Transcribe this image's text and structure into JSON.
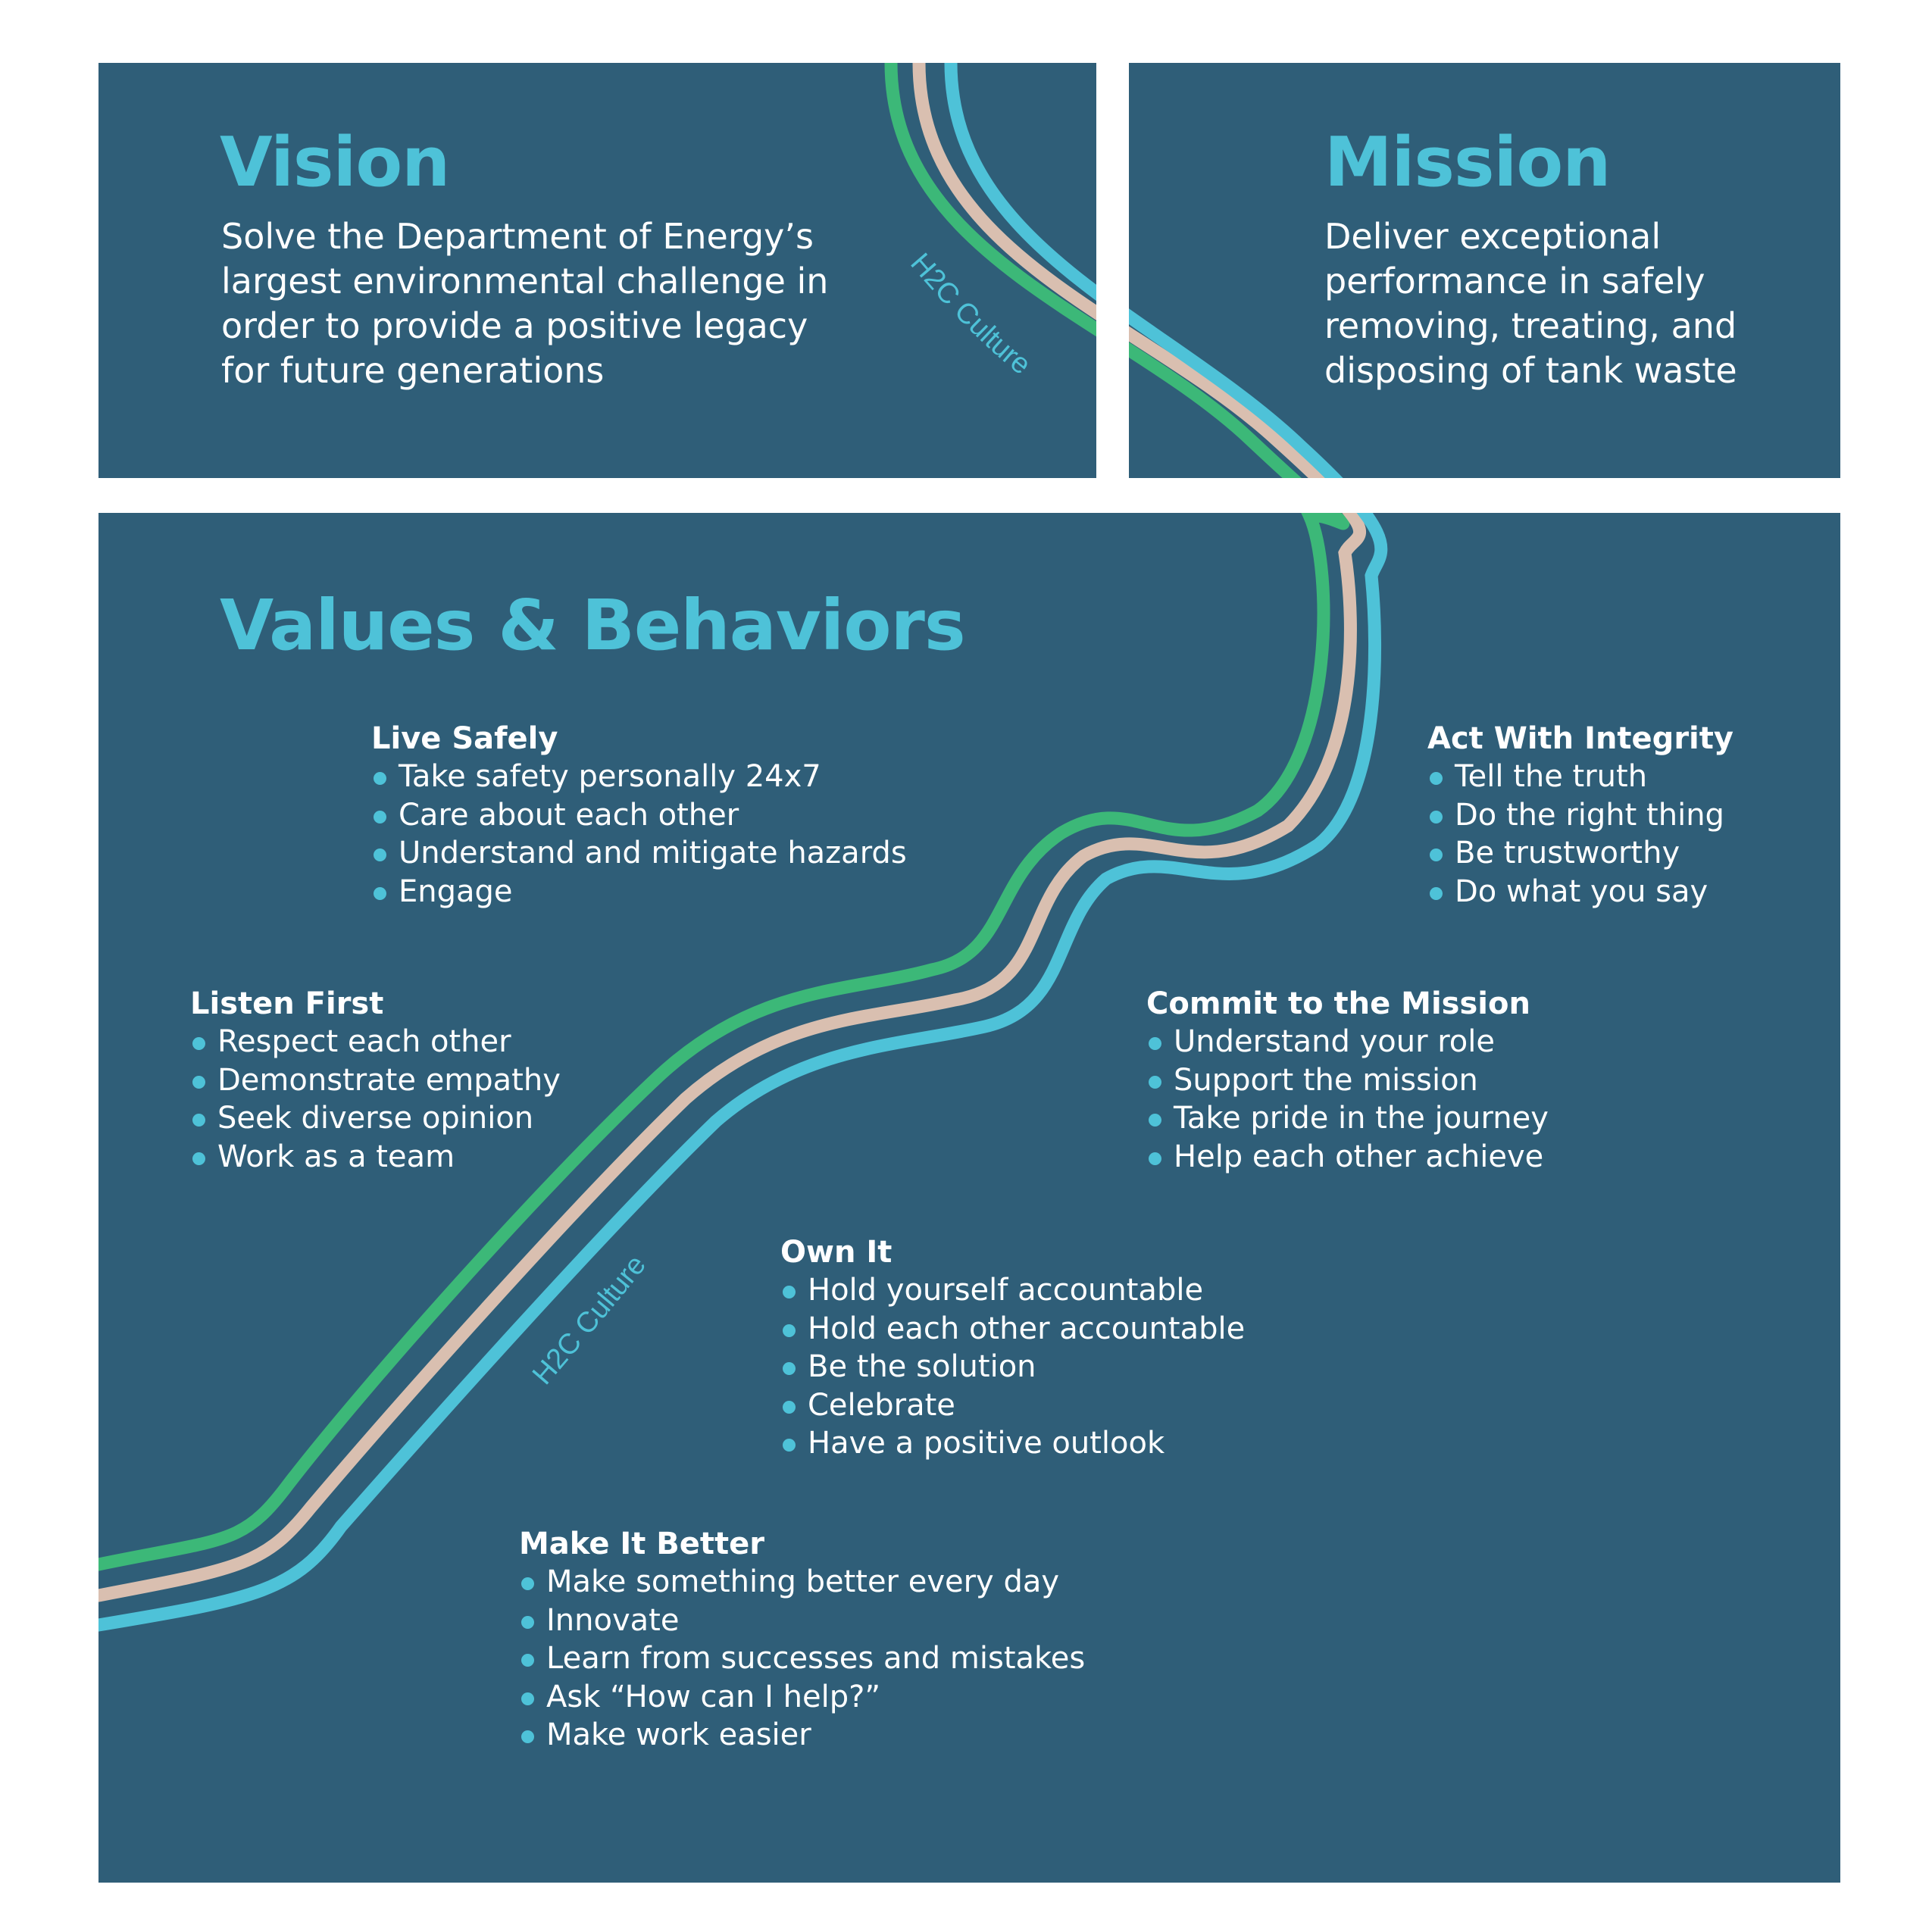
{
  "colors": {
    "panel_bg": "#2f5e78",
    "accent": "#4ec2d8",
    "curve_green": "#3cb878",
    "curve_beige": "#d9bfb0",
    "curve_cyan": "#4ec2d8",
    "text": "#ffffff"
  },
  "vision": {
    "title": "Vision",
    "lines": [
      "Solve the Department of Energy’s",
      "largest environmental challenge in",
      "order to provide a positive legacy",
      "for future generations"
    ]
  },
  "mission": {
    "title": "Mission",
    "lines": [
      "Deliver exceptional",
      "performance in safely",
      "removing, treating, and",
      "disposing of tank waste"
    ]
  },
  "values": {
    "title": "Values & Behaviors",
    "bullet_icon": "dot-bullet-icon",
    "groups": {
      "live_safely": {
        "title": "Live Safely",
        "items": [
          "Take safety personally 24x7",
          "Care about each other",
          "Understand and mitigate hazards",
          "Engage"
        ]
      },
      "act_with_integrity": {
        "title": "Act With Integrity",
        "items": [
          "Tell the truth",
          "Do the right thing",
          "Be trustworthy",
          "Do what you say"
        ]
      },
      "listen_first": {
        "title": "Listen First",
        "items": [
          "Respect each other",
          "Demonstrate empathy",
          "Seek diverse opinion",
          "Work as a team"
        ]
      },
      "commit_to_mission": {
        "title": "Commit to the Mission",
        "items": [
          "Understand your role",
          "Support the mission",
          "Take pride in the journey",
          "Help each other achieve"
        ]
      },
      "own_it": {
        "title": "Own It",
        "items": [
          "Hold yourself accountable",
          "Hold each other accountable",
          "Be the solution",
          "Celebrate",
          "Have a positive outlook"
        ]
      },
      "make_it_better": {
        "title": "Make It Better",
        "items": [
          "Make something better every day",
          "Innovate",
          "Learn from successes and mistakes",
          "Ask “How can I help?”",
          "Make work easier"
        ]
      }
    }
  },
  "culture_path": {
    "label_top": "H2C Culture",
    "label_bottom": "H2C Culture"
  }
}
